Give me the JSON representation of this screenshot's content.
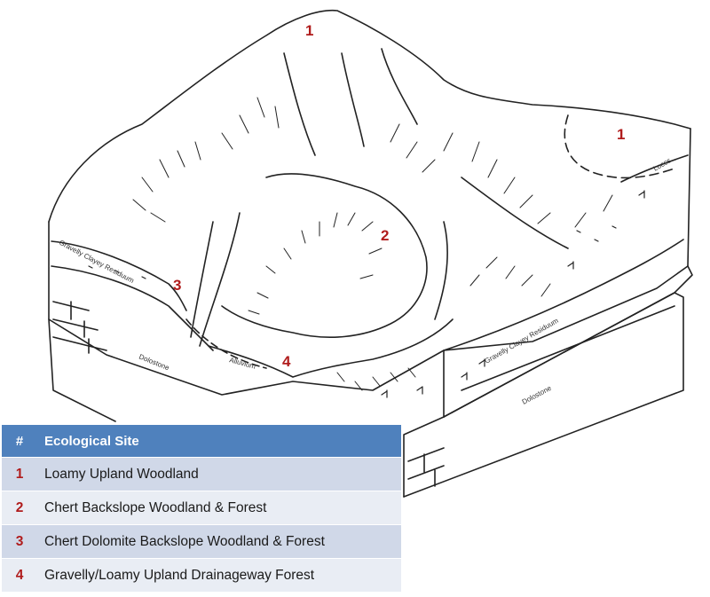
{
  "diagram": {
    "site_markers": [
      "1",
      "1",
      "2",
      "3",
      "4"
    ],
    "labels": {
      "loess": "Loess",
      "residuum_left": "Gravelly Clayey Residuum",
      "residuum_right": "Gravelly Clayey Residuum",
      "dolostone_left": "Dolostone",
      "dolostone_right": "Dolostone",
      "alluvium": "Alluvium"
    }
  },
  "legend": {
    "headers": [
      "#",
      "Ecological Site"
    ],
    "rows": [
      {
        "num": "1",
        "name": "Loamy Upland Woodland"
      },
      {
        "num": "2",
        "name": "Chert Backslope Woodland & Forest"
      },
      {
        "num": "3",
        "name": "Chert Dolomite Backslope Woodland & Forest"
      },
      {
        "num": "4",
        "name": "Gravelly/Loamy Upland Drainageway Forest"
      }
    ]
  }
}
